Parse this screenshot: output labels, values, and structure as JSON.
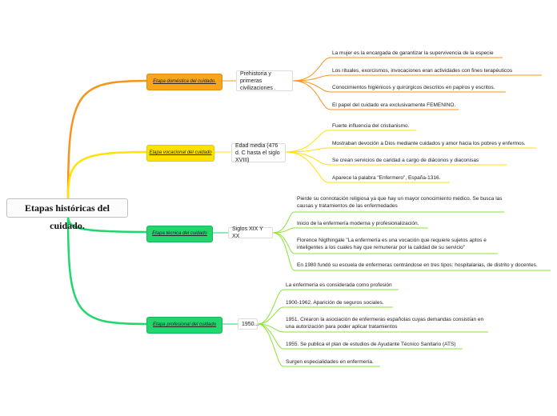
{
  "root": {
    "label": "Etapas históricas del cuidado."
  },
  "colors": {
    "orange": "#f7941d",
    "yellow": "#ffe200",
    "green": "#21d66d",
    "lime": "#8be339",
    "root_border": "#c0c0c0"
  },
  "branches": [
    {
      "label": "Etapa doméstica del cuidado.",
      "period": "Prehistoria y primeras civilizaciones .",
      "items": [
        "La mujer es la encargada de garantizar la supervivencia de la especie",
        "Los rituales, exorcismos, invocaciones eran actividades con fines terapéuticos",
        "Conocimientos higiénicos y quirúrgicos descritos  en papiros y escritos.",
        "El papel del cuidado era exclusivamente FEMENINO."
      ]
    },
    {
      "label": "Etapa vocacional del cuidado",
      "period": "Edad media (476 d. C  hasta el siglo XVIII)",
      "items": [
        "Fuerte influencia del cristianismo.",
        "Mostraban devoción a Dios  mediante cuidados y amor hacia los pobres y enfermos.",
        "Se crean servicios de caridad a cargo de diáconos y diaconisas",
        "Aparece la palabra \"Enfermero\", España-1316."
      ]
    },
    {
      "label": "Etapa técnica del cuidado",
      "period": "Siglos XIX Y XX",
      "items": [
        "Pierde su connotación religiosa ya que hay un mayor conocimiento médico. Se busca las causas y tratamientos de las enfermedades",
        "Inicio de la enfermería moderna y profesionalización.",
        "Florence Nigthingale \"La enfermería  es una vocación que requiere sujetos aptos e inteligentes a los cuales hay que remunerar por la calidad de su servicio\"",
        "En 1980 fundó su escuela de enfermeras centrándose en tres tipos: hospitalarias, de distrito y docentes."
      ]
    },
    {
      "label": "Etapa profesional del cuidado",
      "period": "1950...",
      "items": [
        "La enfermería es considerada como profesión",
        "1900-1962. Aparición de seguros sociales.",
        "1951. Crearon la asociación de enfermeras españolas cuyas demandas consistían en una autorización para poder aplicar tratamientos",
        "1955. Se publica el plan de estudios de Ayudante Técnico Sanitario (ATS)",
        "Surgen especialidades en enfermería."
      ]
    }
  ]
}
